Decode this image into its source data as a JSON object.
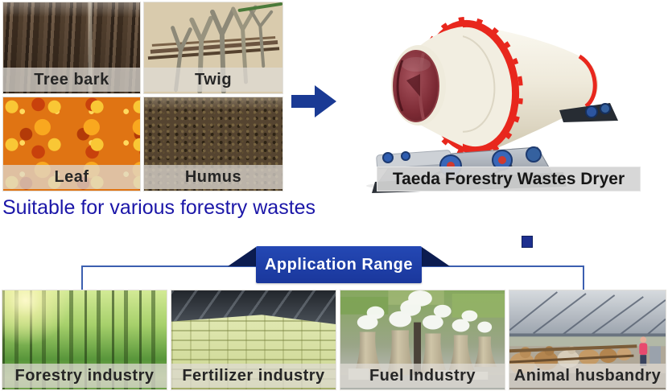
{
  "materials": {
    "caption": "Suitable for various forestry wastes",
    "items": [
      {
        "label": "Tree bark"
      },
      {
        "label": "Twig"
      },
      {
        "label": "Leaf"
      },
      {
        "label": "Humus"
      }
    ]
  },
  "product": {
    "name": "Taeda Forestry Wastes Dryer"
  },
  "applications": {
    "banner_label": "Application Range",
    "items": [
      {
        "label": "Forestry industry"
      },
      {
        "label": "Fertilizer industry"
      },
      {
        "label": "Fuel Industry"
      },
      {
        "label": "Animal husbandry"
      }
    ]
  },
  "icons": {
    "arrow_right": "arrow-right-icon"
  },
  "colors": {
    "headline_blue": "#1b16a8",
    "banner_blue": "#1e3ca6",
    "banner_wing_navy": "#0c1c50",
    "connector_blue": "#3c5fb0",
    "arrow_blue": "#1a3a94",
    "machine_red": "#e8271d",
    "machine_body": "#f2eee1",
    "label_band_grey": "rgba(222,219,212,0.74)"
  }
}
